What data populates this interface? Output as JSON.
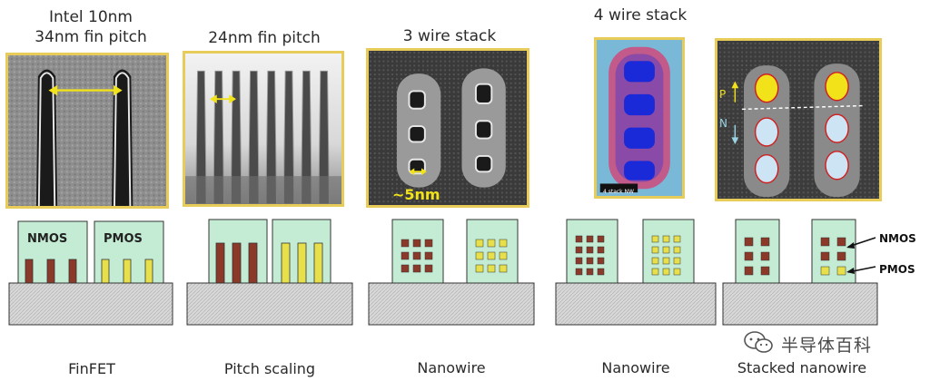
{
  "columns": [
    {
      "title_lines": [
        "Intel 10nm",
        "34nm fin pitch"
      ],
      "caption": "FinFET",
      "labels": {
        "nmos": "NMOS",
        "pmos": "PMOS"
      }
    },
    {
      "title_lines": [
        "24nm fin pitch"
      ],
      "caption": "Pitch scaling"
    },
    {
      "title_lines": [
        "3 wire stack"
      ],
      "caption": "Nanowire",
      "annotation": "~5nm"
    },
    {
      "title_lines": [
        "4 wire stack"
      ],
      "caption": "Nanowire",
      "image_label": "4 stack NW"
    },
    {
      "title_lines": [],
      "caption": "Stacked nanowire",
      "image_labels": {
        "p": "P",
        "n": "N"
      }
    }
  ],
  "side_labels": {
    "nmos": "NMOS",
    "pmos": "PMOS"
  },
  "watermark": {
    "text": "半导体百科",
    "icon": "wechat-icon"
  },
  "colors": {
    "frame": "#e8cc5a",
    "device_fill": "#c4ecd4",
    "nmos_fin": "#8b3a2a",
    "pmos_fin": "#e8e04a",
    "substrate": "#d8d8d8",
    "highlight": "#f2e21a"
  }
}
